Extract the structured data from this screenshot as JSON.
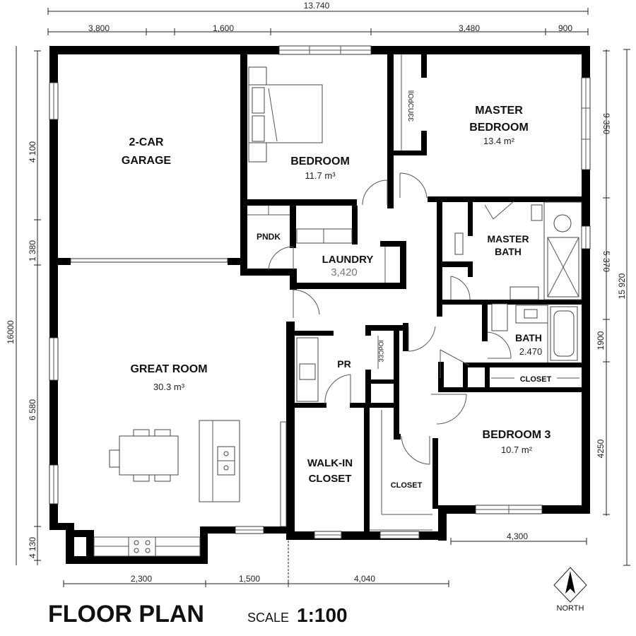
{
  "title": "FLOOR PLAN",
  "scale": {
    "label": "SCALE",
    "value": "1:100"
  },
  "north": {
    "label": "NORTH",
    "icon": "north-arrow-icon"
  },
  "dimensions": {
    "top_total": "13.740",
    "top_segments": [
      "3,800",
      "1,600",
      "3,480",
      "900"
    ],
    "bottom_segments": [
      "2,300",
      "1,500",
      "4,040"
    ],
    "bottom_right": "4,300",
    "left_total": "16000",
    "left_segments": [
      "4 100",
      "1 380",
      "6 580",
      "4 130"
    ],
    "right_total": "15 920",
    "right_segments": [
      "9 350",
      "5 370",
      "1900",
      "4250"
    ]
  },
  "rooms": {
    "garage": {
      "name_line1": "2-CAR",
      "name_line2": "GARAGE"
    },
    "bedroom": {
      "name": "BEDROOM",
      "area": "11.7 m³"
    },
    "master_bedroom": {
      "name_line1": "MASTER",
      "name_line2": "BEDROOM",
      "area": "13.4 m²"
    },
    "pndk": {
      "name": "PNDK"
    },
    "laundry": {
      "name": "LAUNDRY",
      "area": "3,420"
    },
    "master_bath": {
      "name_line1": "MASTER",
      "name_line2": "BATH"
    },
    "bath": {
      "name": "BATH",
      "area": "2.470"
    },
    "closet_hall": {
      "name": "CLOSET"
    },
    "great_room": {
      "name": "GREAT ROOM",
      "area": "30.3 m³"
    },
    "pr": {
      "name": "PR"
    },
    "walk_in_closet": {
      "name_line1": "WALK-IN",
      "name_line2": "CLOSET"
    },
    "closet_lower": {
      "name": "CLOSET"
    },
    "bedroom3": {
      "name": "BEDROOM 3",
      "area": "10.7 m²"
    },
    "wardrobe_master": {
      "name": "llOdCUƐƐ"
    },
    "wardrobe_pr": {
      "name": "lOdCƐƐ"
    }
  }
}
